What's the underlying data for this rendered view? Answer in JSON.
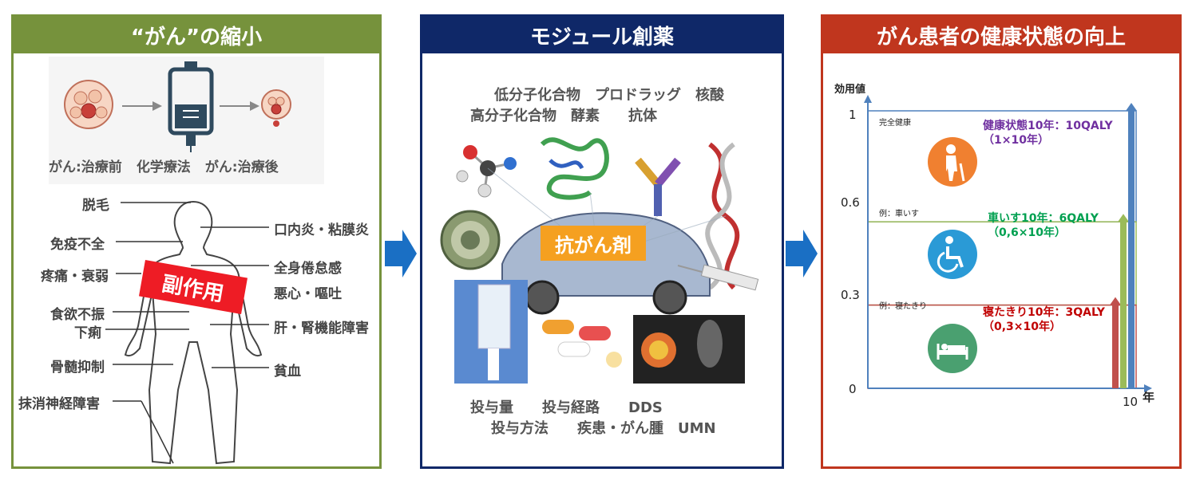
{
  "panels": {
    "left": {
      "title": "“がん”の縮小",
      "stage_labels": [
        "がん:治療前",
        "化学療法",
        "がん:治療後"
      ],
      "side_effect_badge": "副作用",
      "side_effects_left": [
        "脱毛",
        "免疫不全",
        "疼痛・衰弱",
        "食欲不振",
        "下痢",
        "骨髄抑制",
        "抹消神経障害"
      ],
      "side_effects_right": [
        "口内炎・粘膜炎",
        "全身倦怠感",
        "悪心・嘔吐",
        "肝・腎機能障害",
        "貧血"
      ]
    },
    "middle": {
      "title": "モジュール創薬",
      "top_line1": "低分子化合物　プロドラッグ　核酸",
      "top_line2": "高分子化合物　酵素　　抗体",
      "center_label": "抗がん剤",
      "bottom_line1": "投与量　　投与経路　　DDS",
      "bottom_line2": "投与方法　　疾患・がん腫　UMN"
    },
    "right": {
      "title": "がん患者の健康状態の向上"
    }
  },
  "chart_data": {
    "type": "bar",
    "ylabel": "効用値",
    "xlabel": "年",
    "xlim": [
      0,
      10
    ],
    "ylim": [
      0,
      1
    ],
    "y_ticks": [
      "0",
      "0.3",
      "0.6",
      "1"
    ],
    "x_tick": "10",
    "series": [
      {
        "name": "完全健康",
        "note": "健康状態10年：10QALY",
        "note2": "（1×10年）",
        "value": 1.0,
        "color": "#4f81bd",
        "text_color": "#7030a0"
      },
      {
        "name": "例：車いす",
        "note": "車いす10年：6QALY",
        "note2": "（0,6×10年）",
        "value": 0.6,
        "color": "#9bbb59",
        "text_color": "#00a050"
      },
      {
        "name": "例：寝たきり",
        "note": "寝たきり10年：3QALY",
        "note2": "（0,3×10年）",
        "value": 0.3,
        "color": "#c0504d",
        "text_color": "#c00000"
      }
    ],
    "icon_colors": [
      "#f08030",
      "#2a9ad6",
      "#4aa070"
    ]
  },
  "colors": {
    "green": "#76923c",
    "navy": "#0f2868",
    "red": "#c0361e",
    "arrow_blue": "#1a6fc4",
    "badge_red": "#ee1c25",
    "center_orange": "#f5a020"
  }
}
